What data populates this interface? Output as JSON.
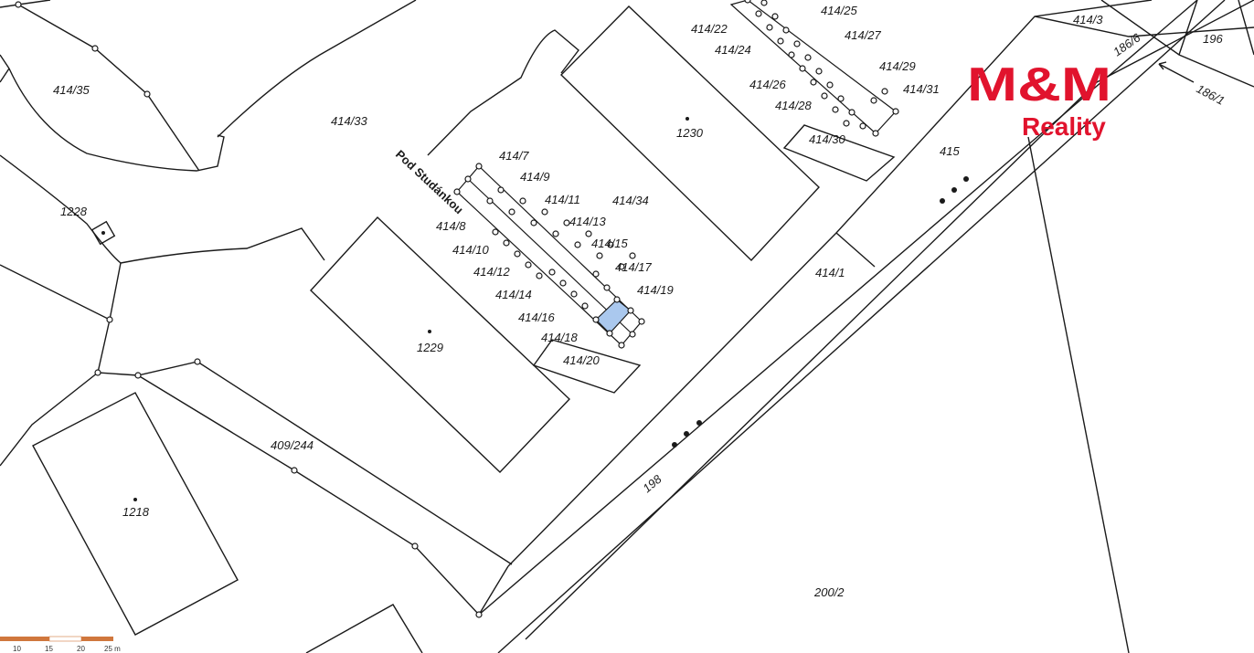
{
  "map": {
    "street_name": "Pod Studánkou",
    "parcels": [
      "414/35",
      "414/33",
      "1228",
      "409/244",
      "1218",
      "1229",
      "414/34",
      "1230",
      "414/7",
      "414/9",
      "414/11",
      "414/13",
      "414/15",
      "414/17",
      "414/19",
      "414/8",
      "414/10",
      "414/12",
      "414/14",
      "414/16",
      "414/18",
      "414/20",
      "414/22",
      "414/24",
      "414/25",
      "414/26",
      "414/27",
      "414/28",
      "414/29",
      "414/30",
      "414/31",
      "414/3",
      "186/6",
      "196",
      "186/1",
      "415",
      "414/1",
      "198",
      "200/2"
    ],
    "highlighted_parcel": "414/17",
    "highlight_color": "#aac8ee"
  },
  "logo": {
    "brand": "M&M",
    "sub": "Reality",
    "color": "#e1132d"
  },
  "scale": {
    "ticks": [
      "10",
      "15",
      "20",
      "25 m"
    ]
  }
}
